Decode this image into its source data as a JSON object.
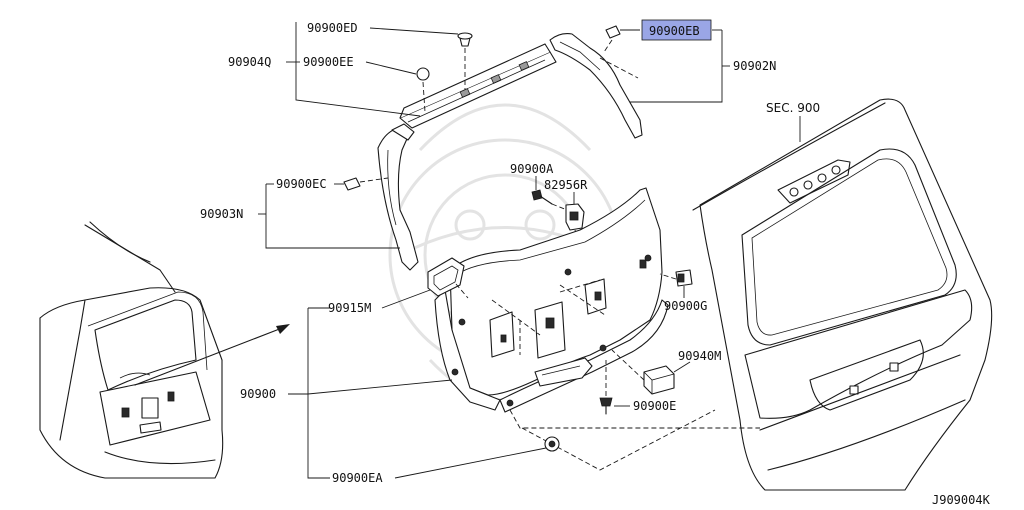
{
  "labels": {
    "p90900ED": "90900ED",
    "p90900EB": "90900EB",
    "p90904Q": "90904Q",
    "p90900EE": "90900EE",
    "p90902N": "90902N",
    "p90900A": "90900A",
    "p82956R": "82956R",
    "p90900EC": "90900EC",
    "p90903N": "90903N",
    "sec900": "SEC. 900",
    "p90915M": "90915M",
    "p90900G": "90900G",
    "p90940M": "90940M",
    "p90900": "90900",
    "p90900E": "90900E",
    "p90900EA": "90900EA"
  },
  "highlight": {
    "part": "90900EB",
    "color": "#9aa6e6"
  },
  "diagram_code": "J909004K"
}
